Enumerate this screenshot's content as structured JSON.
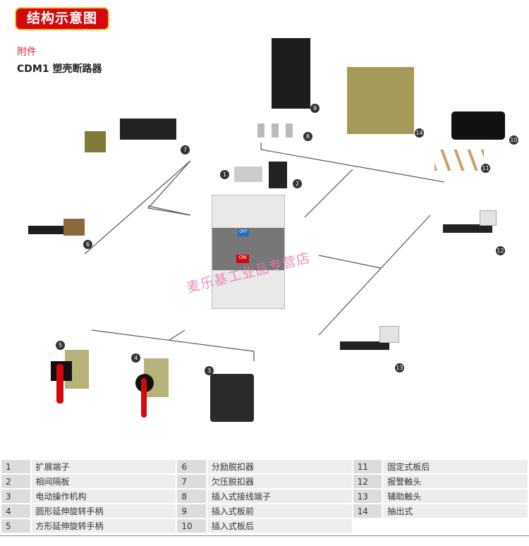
{
  "header": {
    "title": "结构示意图",
    "subtitle": "附件",
    "product": "CDM1 塑壳断路器"
  },
  "watermark": "麦乐基工业品专营店",
  "breaker": {
    "label_off": "OFF",
    "label_on": "ON"
  },
  "callouts": [
    "1",
    "2",
    "3",
    "4",
    "5",
    "6",
    "7",
    "8",
    "9",
    "10",
    "11",
    "12",
    "13",
    "14"
  ],
  "legend": [
    {
      "num": "1",
      "label": "扩展端子"
    },
    {
      "num": "2",
      "label": "相间隔板"
    },
    {
      "num": "3",
      "label": "电动操作机构"
    },
    {
      "num": "4",
      "label": "圆形延伸旋转手柄"
    },
    {
      "num": "5",
      "label": "方形延伸旋转手柄"
    },
    {
      "num": "6",
      "label": "分励脱扣器"
    },
    {
      "num": "7",
      "label": "欠压脱扣器"
    },
    {
      "num": "8",
      "label": "插入式接线端子"
    },
    {
      "num": "9",
      "label": "插入式板前"
    },
    {
      "num": "10",
      "label": "插入式板后"
    },
    {
      "num": "11",
      "label": "固定式板后"
    },
    {
      "num": "12",
      "label": "报警触头"
    },
    {
      "num": "13",
      "label": "辅助触头"
    },
    {
      "num": "14",
      "label": "抽出式"
    }
  ],
  "colors": {
    "accent": "#d3090f",
    "badge_border": "#f3c23a",
    "subtitle": "#d3282f"
  }
}
